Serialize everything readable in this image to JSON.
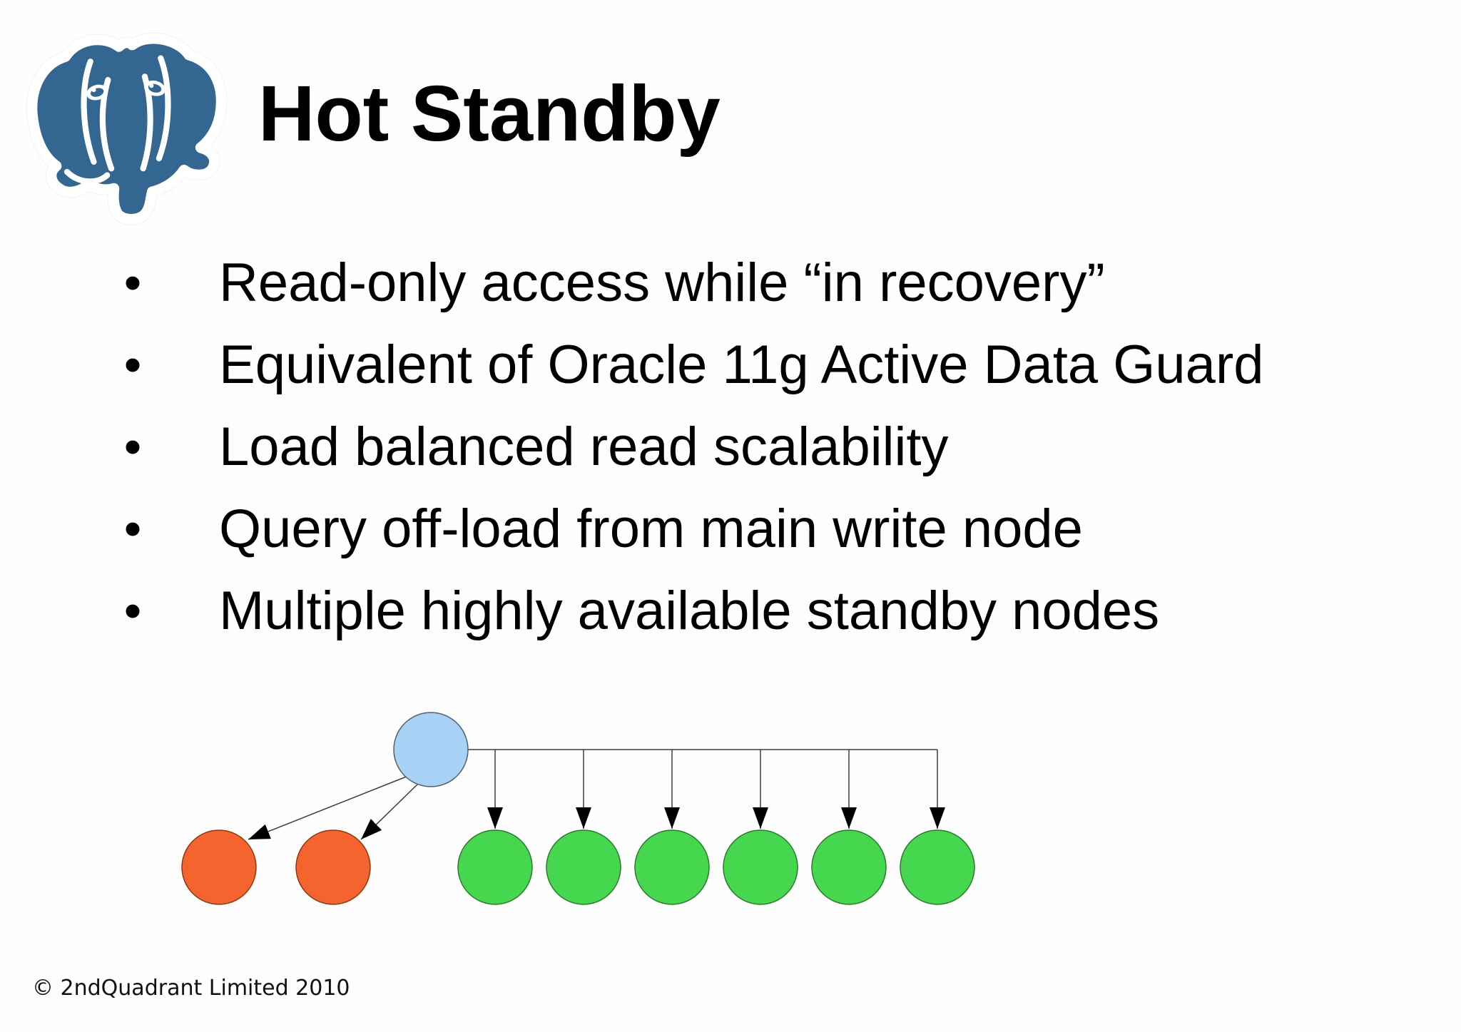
{
  "slide": {
    "title": "Hot Standby",
    "bullets": [
      "Read-only access while “in recovery”",
      "Equivalent of Oracle 11g Active Data Guard",
      "Load balanced read scalability",
      "Query off-load from main write node",
      "Multiple highly available standby nodes"
    ],
    "footer": "© 2ndQuadrant Limited 2010"
  },
  "logo": {
    "name": "postgresql-elephant",
    "body_color": "#336791",
    "outline_color": "#6e6e70",
    "detail_color": "#ffffff"
  },
  "diagram": {
    "type": "replication-topology",
    "primary_node": {
      "count": 1,
      "color": "#a8d1f6",
      "border": "#55606b"
    },
    "offline_nodes": {
      "count": 2,
      "color": "#f5642f",
      "border": "#8c3a10"
    },
    "standby_nodes": {
      "count": 6,
      "color": "#45d74d",
      "border": "#2d7a2d"
    },
    "line_color": "#3c3c3c",
    "arrow_color": "#000000"
  }
}
